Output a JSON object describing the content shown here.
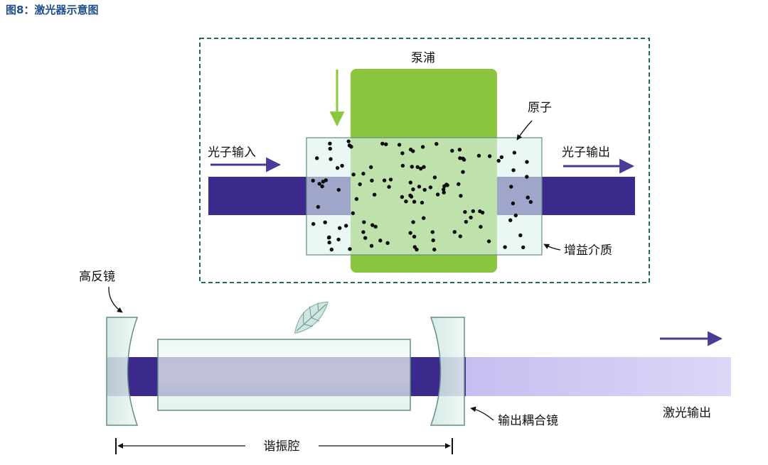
{
  "figure": {
    "title": "图8：激光器示意图"
  },
  "inset": {
    "pump_label": "泵浦",
    "atom_label": "原子",
    "photon_in_label": "光子输入",
    "photon_out_label": "光子输出",
    "gain_medium_label": "增益介质"
  },
  "cavity": {
    "high_reflector_label": "高反镜",
    "output_coupler_label": "输出耦合镜",
    "resonator_label": "谐振腔",
    "laser_output_label": "激光输出"
  },
  "colors": {
    "title": "#1f4e8c",
    "beam": "#3b2a8c",
    "arrow": "#4b3a96",
    "pump": "#8cc63f",
    "inset_border": "#1f6b5a",
    "glass": "#dff2ef",
    "glass_stroke": "#5f8f86",
    "output_beam": "#b3a7e0"
  },
  "icons": {
    "zoom": "leaf-zoom-icon"
  }
}
